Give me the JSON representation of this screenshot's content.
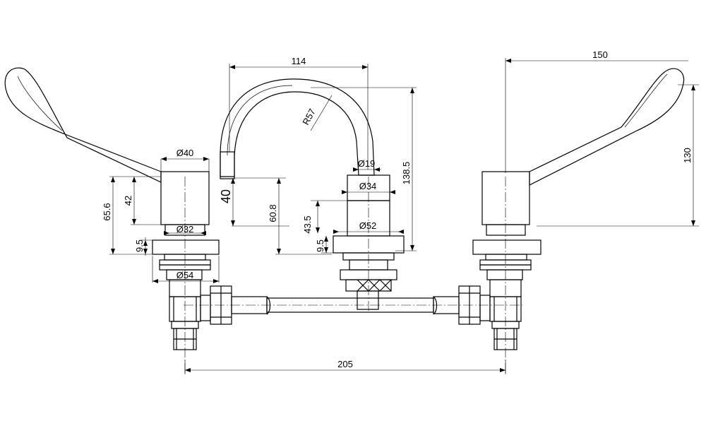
{
  "dimensions": {
    "spout_reach": "114",
    "handle_reach": "150",
    "handle_height": "130",
    "spout_radius": "R57",
    "spout_height_total": "138.5",
    "spout_tip_dia": "Ø19",
    "spout_stem_dia": "Ø34",
    "spout_clearance": "40",
    "spout_tip_height": "60.8",
    "spout_body_height": "43.5",
    "spout_base_dia": "Ø52",
    "spout_flange_height": "9.5",
    "handle_body_dia": "Ø40",
    "handle_total_height": "65.6",
    "handle_body_height": "42",
    "handle_neck_dia": "Ø32",
    "handle_flange_height": "9.5",
    "handle_flange_dia": "Ø54",
    "tap_centres": "205"
  }
}
